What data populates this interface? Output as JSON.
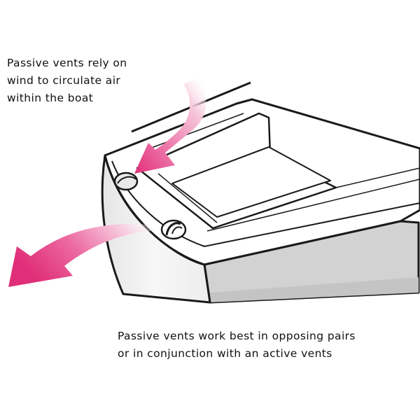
{
  "diagram": {
    "annotations": [
      {
        "lines": [
          "Passive vents rely on",
          "wind to circulate air",
          "within the boat"
        ]
      },
      {
        "lines": [
          "Passive vents work best in opposing pairs",
          "or in conjunction with an active vents"
        ]
      }
    ],
    "arrows": [
      {
        "direction": "inward"
      },
      {
        "direction": "outward"
      }
    ],
    "vents": [
      {
        "position": "upper"
      },
      {
        "position": "lower"
      }
    ],
    "colors": {
      "arrow": "#e02f78",
      "hull_outline": "#1a1a1a",
      "hull_side": "#d2d2d2",
      "hull_front": "#f2f2f2",
      "background": "#ffffff"
    }
  }
}
